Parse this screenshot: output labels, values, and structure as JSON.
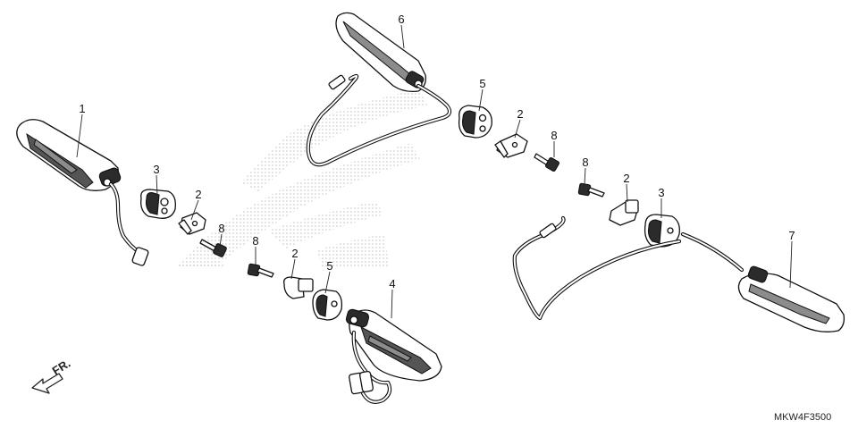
{
  "diagram_code": "MKW4F3500",
  "direction_label": "FR.",
  "callouts": {
    "c1": "1",
    "c2a": "2",
    "c2b": "2",
    "c2c": "2",
    "c2d": "2",
    "c3a": "3",
    "c3b": "3",
    "c4": "4",
    "c5a": "5",
    "c5b": "5",
    "c6": "6",
    "c7": "7",
    "c8a": "8",
    "c8b": "8",
    "c8c": "8"
  },
  "icons": {
    "watermark": "wing-logo-watermark",
    "direction": "front-arrow-icon"
  },
  "colors": {
    "line": "#111111",
    "watermark_dots": "#c8c8c8",
    "background": "#ffffff"
  }
}
